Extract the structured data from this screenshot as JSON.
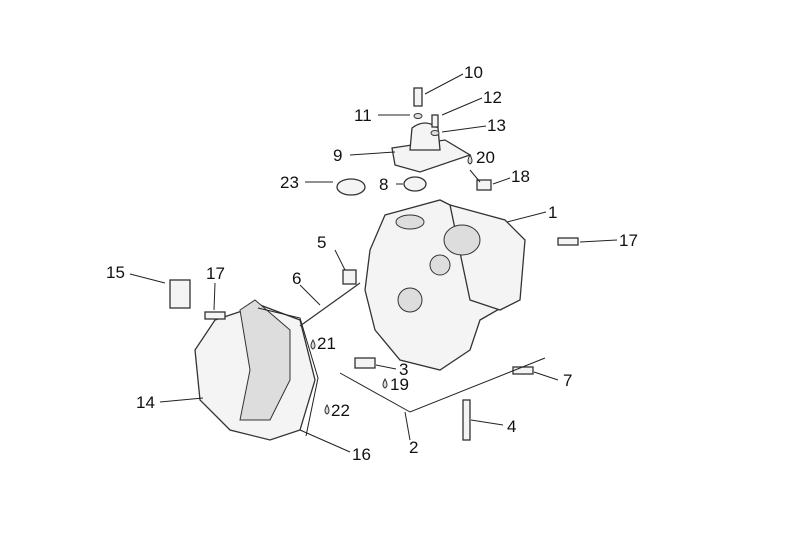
{
  "diagram": {
    "type": "exploded parts diagram",
    "callouts": [
      "1",
      "2",
      "3",
      "4",
      "5",
      "6",
      "7",
      "8",
      "9",
      "10",
      "11",
      "12",
      "13",
      "14",
      "15",
      "16",
      "17",
      "17",
      "18",
      "19",
      "20",
      "21",
      "22",
      "23"
    ]
  }
}
